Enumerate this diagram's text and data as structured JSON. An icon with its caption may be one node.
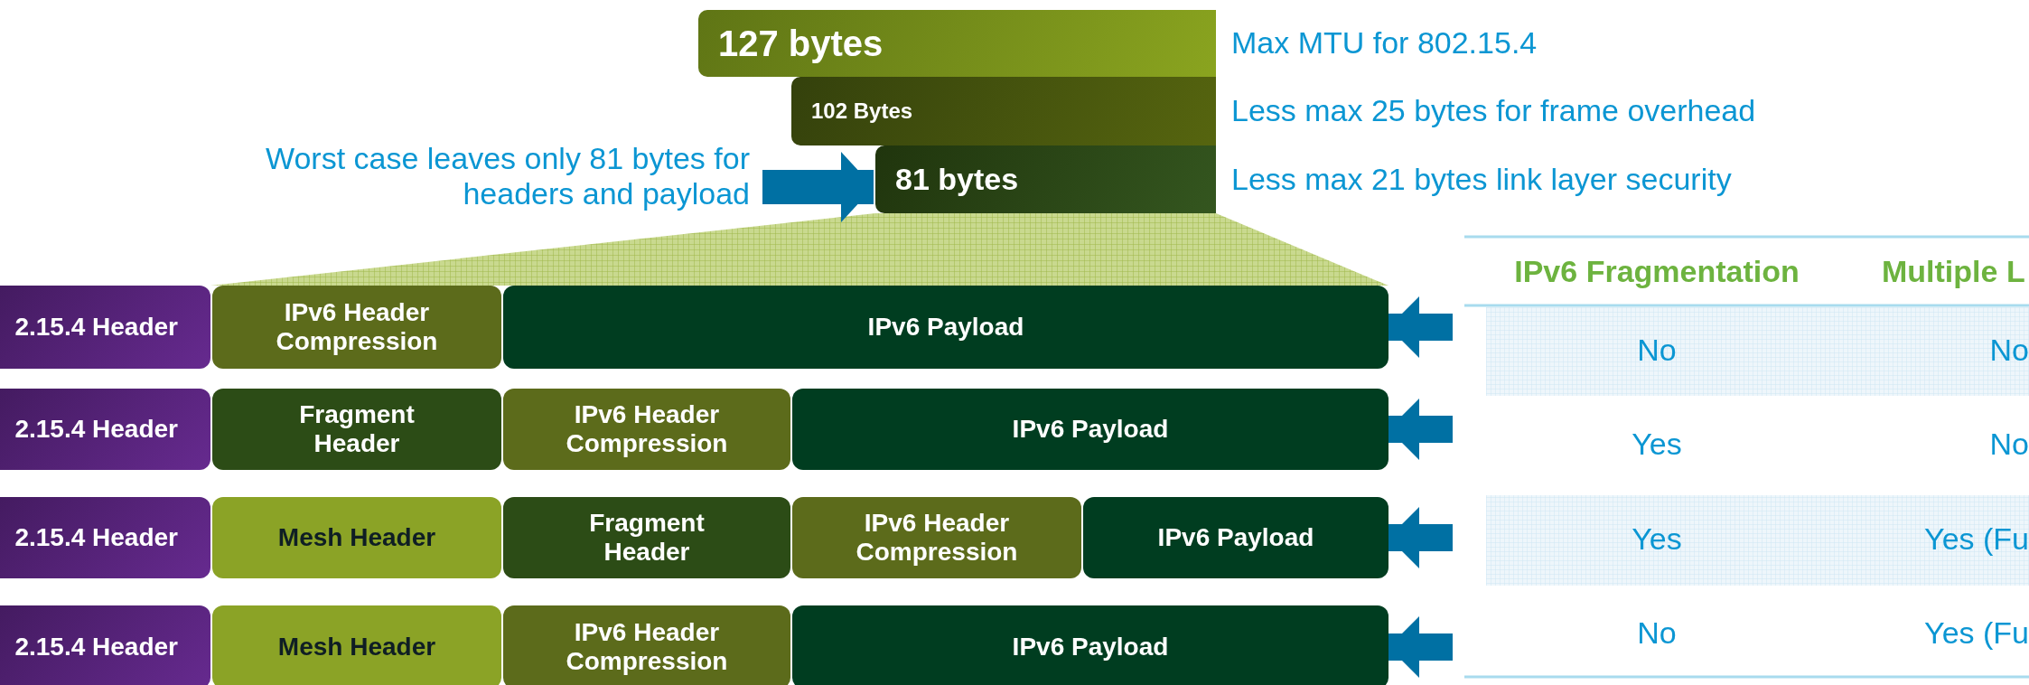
{
  "diagram": {
    "nodes": [
      {
        "text": [
          "127 bytes"
        ],
        "beside": [
          "Max MTU for 802.15.4"
        ]
      },
      {
        "text": [
          "102 Bytes"
        ],
        "beside": [
          "Less max 25 bytes for frame overhead"
        ]
      },
      {
        "text": [
          "Worst case leaves only 81 bytes for headers and payload"
        ]
      },
      {
        "text": [
          "81 bytes"
        ],
        "beside": [
          "Less max 21 bytes link layer security"
        ]
      },
      {
        "text": [
          "2.15.4 Header"
        ]
      },
      {
        "text": [
          "IPv6 Header Compression"
        ]
      },
      {
        "text": [
          "IPv6  Payload"
        ]
      },
      {
        "text": [
          "2.15.4 Header"
        ]
      },
      {
        "text": [
          "Fragment Header"
        ]
      },
      {
        "text": [
          "IPv6 Header Compression"
        ]
      },
      {
        "text": [
          "IPv6  Payload"
        ]
      },
      {
        "text": [
          "2.15.4 Header"
        ]
      },
      {
        "text": [
          "Mesh Header"
        ]
      },
      {
        "text": [
          "Fragment Header"
        ]
      },
      {
        "text": [
          "IPv6 Header Compression"
        ]
      },
      {
        "text": [
          "IPv6  Payload"
        ]
      },
      {
        "text": [
          "2.15.4 Header"
        ]
      },
      {
        "text": [
          "Mesh Header"
        ]
      },
      {
        "text": [
          "IPv6 Header Compression"
        ]
      },
      {
        "text": [
          "IPv6  Payload"
        ]
      },
      {
        "text": [],
        "shape": "trapezoid"
      }
    ],
    "edges": [
      {
        "from": 2,
        "to": 3,
        "arrow": "to"
      },
      {
        "from": null,
        "to": 6,
        "arrow": "to"
      },
      {
        "from": null,
        "to": 10,
        "arrow": "to"
      },
      {
        "from": null,
        "to": 15,
        "arrow": "to"
      },
      {
        "from": null,
        "to": 19,
        "arrow": "to"
      }
    ],
    "labels": [
      "IPv6 Fragmentation",
      "Multiple L",
      "No",
      "No",
      "Yes",
      "No",
      "Yes",
      "Yes (Fu",
      "No",
      "Yes (Fu"
    ]
  }
}
